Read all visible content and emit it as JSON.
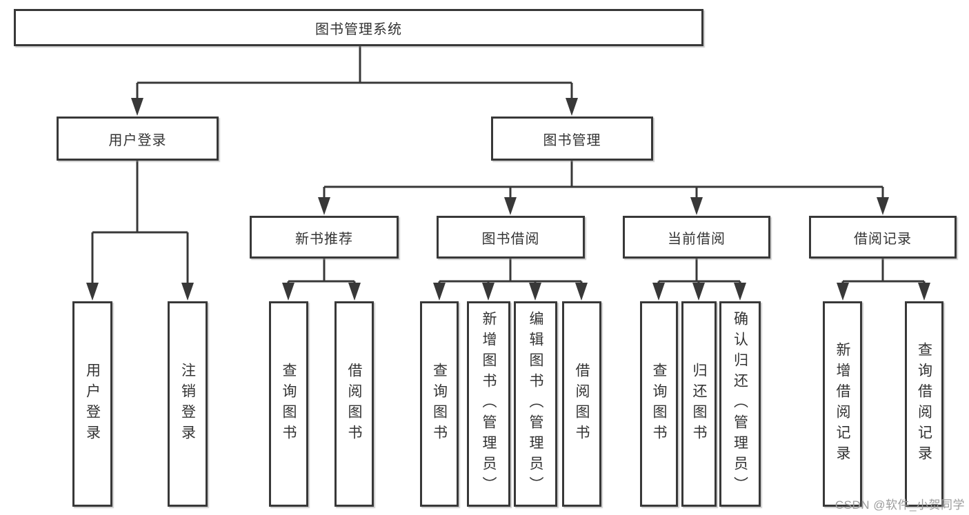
{
  "page": {
    "watermark": "CSDN @软件_小贺同学"
  },
  "colors": {
    "line": "#383838",
    "text": "#333333",
    "box_background": "#ffffff",
    "watermark": "#9c9c9c",
    "background": "#ffffff"
  },
  "nodes": {
    "root": {
      "label": "图书管理系统"
    },
    "user_login": {
      "label": "用户登录"
    },
    "book_management": {
      "label": "图书管理"
    },
    "new_book_recommend": {
      "label": "新书推荐"
    },
    "book_borrowing": {
      "label": "图书借阅"
    },
    "current_borrowing": {
      "label": "当前借阅"
    },
    "borrowing_records": {
      "label": "借阅记录"
    },
    "leaves": {
      "login": {
        "label": "用户登录"
      },
      "logout": {
        "label": "注销登录"
      },
      "recommend_query_book": {
        "label": "查询图书"
      },
      "recommend_borrow_book": {
        "label": "借阅图书"
      },
      "borrow_query_book": {
        "label": "查询图书"
      },
      "borrow_add_book": {
        "label": "新增图书（管理员）"
      },
      "borrow_edit_book": {
        "label": "编辑图书（管理员）"
      },
      "borrow_borrow_book": {
        "label": "借阅图书"
      },
      "current_query_book": {
        "label": "查询图书"
      },
      "current_return_book": {
        "label": "归还图书"
      },
      "current_confirm_return": {
        "label": "确认归还（管理员）"
      },
      "records_add_record": {
        "label": "新增借阅记录"
      },
      "records_query_record": {
        "label": "查询借阅记录"
      }
    }
  },
  "hierarchy": {
    "root": [
      "user_login",
      "book_management"
    ],
    "user_login": [
      "login",
      "logout"
    ],
    "book_management": [
      "new_book_recommend",
      "book_borrowing",
      "current_borrowing",
      "borrowing_records"
    ],
    "new_book_recommend": [
      "recommend_query_book",
      "recommend_borrow_book"
    ],
    "book_borrowing": [
      "borrow_query_book",
      "borrow_add_book",
      "borrow_edit_book",
      "borrow_borrow_book"
    ],
    "current_borrowing": [
      "current_query_book",
      "current_return_book",
      "current_confirm_return"
    ],
    "borrowing_records": [
      "records_add_record",
      "records_query_record"
    ]
  }
}
